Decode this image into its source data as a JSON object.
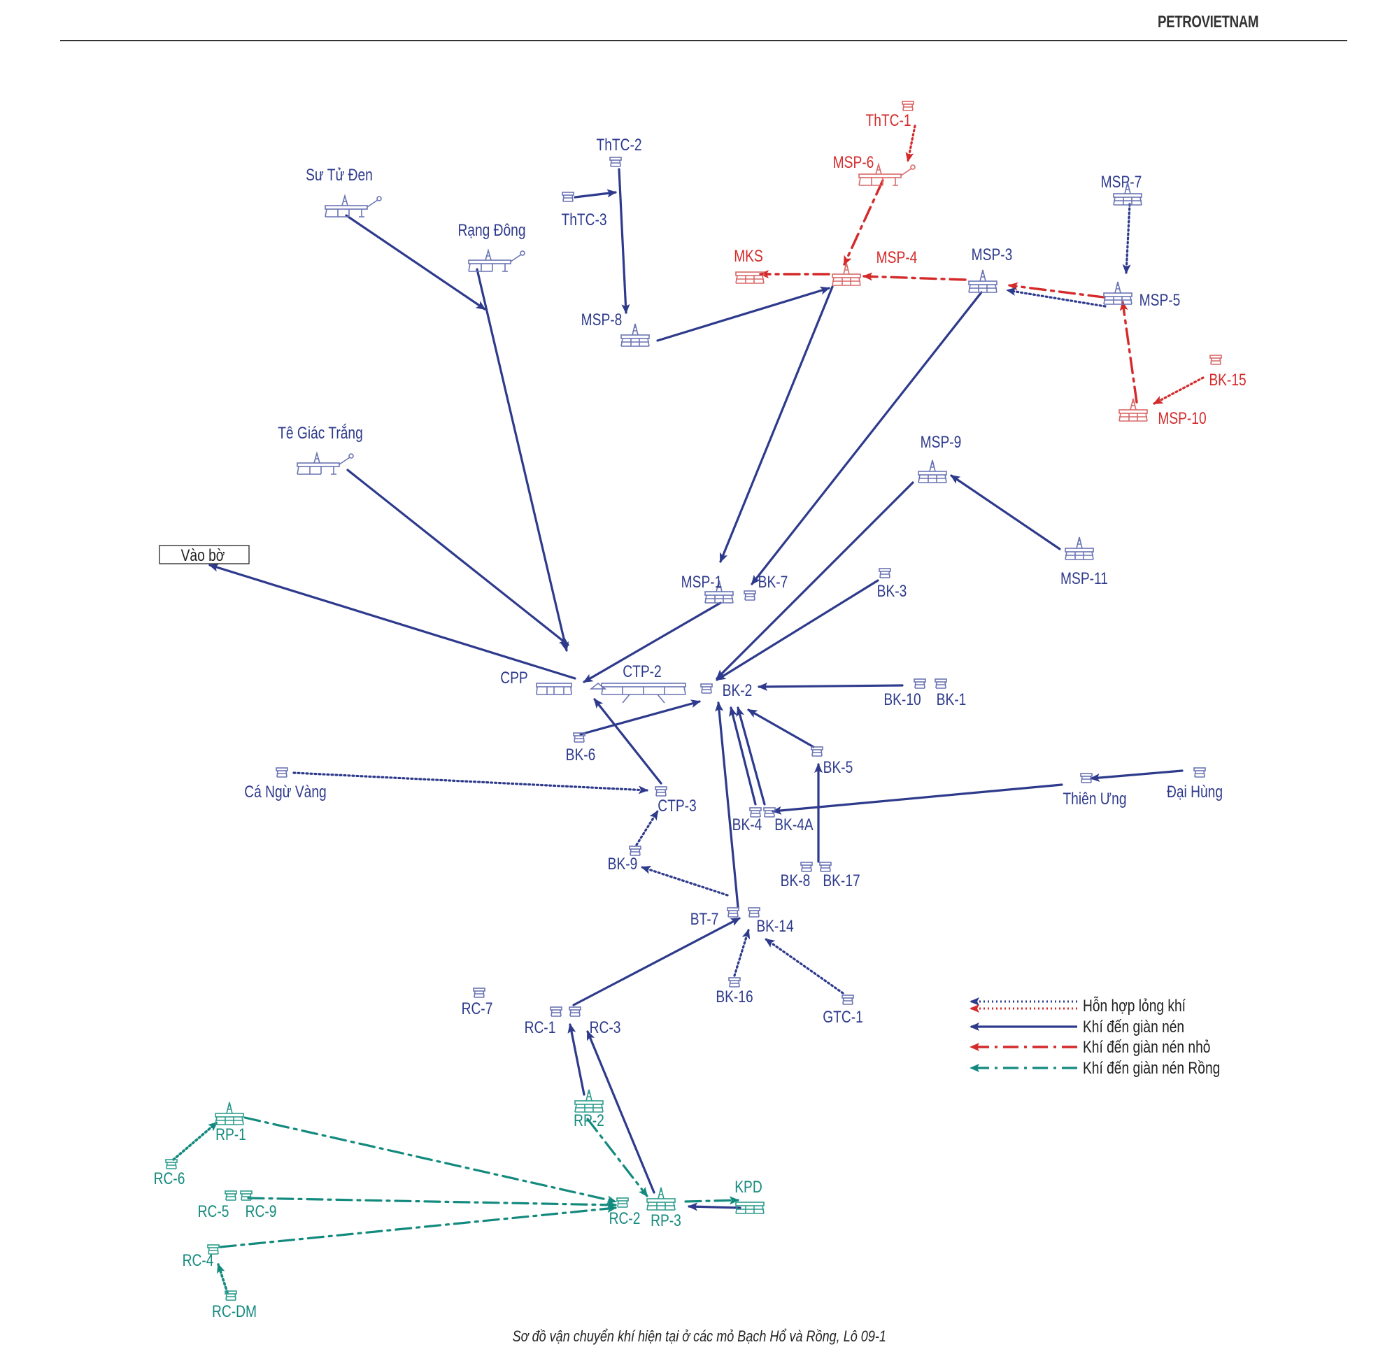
{
  "header": {
    "brand": "PETROVIETNAM"
  },
  "caption": "Sơ đồ vận chuyển khí hiện tại ở các mỏ Bạch Hổ và Rồng, Lô 09-1",
  "colors": {
    "blue": "#2e3a8c",
    "red": "#d42a2a",
    "teal": "#138a7e",
    "icon_blue": "#6a74b4",
    "icon_red": "#d86868",
    "icon_teal": "#2e9c8e"
  },
  "legend": {
    "items": [
      {
        "label": "Hỗn hợp lỏng khí",
        "style": "dotted-pair"
      },
      {
        "label": "Khí đến giàn nén",
        "style": "solid-blue"
      },
      {
        "label": "Khí đến giàn nén nhỏ",
        "style": "dashdot-red"
      },
      {
        "label": "Khí đến giàn nén Rồng",
        "style": "dashdot-teal"
      }
    ]
  },
  "nodes": [
    {
      "id": "su_tu_den",
      "label": "Sư Tử Đen",
      "group": "blue",
      "icon": "complex-platform-icon"
    },
    {
      "id": "rang_dong",
      "label": "Rạng Đông",
      "group": "blue",
      "icon": "complex-platform-icon"
    },
    {
      "id": "thtc2",
      "label": "ThTC-2",
      "group": "blue",
      "icon": "small-platform-icon"
    },
    {
      "id": "thtc3",
      "label": "ThTC-3",
      "group": "blue",
      "icon": "small-platform-icon"
    },
    {
      "id": "msp8",
      "label": "MSP-8",
      "group": "blue",
      "icon": "fixed-platform-icon"
    },
    {
      "id": "thtc1",
      "label": "ThTC-1",
      "group": "red",
      "icon": "small-platform-icon"
    },
    {
      "id": "msp6",
      "label": "MSP-6",
      "group": "red",
      "icon": "complex-platform-icon"
    },
    {
      "id": "mks",
      "label": "MKS",
      "group": "red",
      "icon": "compressor-platform-icon"
    },
    {
      "id": "msp4",
      "label": "MSP-4",
      "group": "red",
      "icon": "fixed-platform-icon"
    },
    {
      "id": "msp3",
      "label": "MSP-3",
      "group": "blue",
      "icon": "fixed-platform-icon"
    },
    {
      "id": "msp7",
      "label": "MSP-7",
      "group": "blue",
      "icon": "fixed-platform-icon"
    },
    {
      "id": "msp5",
      "label": "MSP-5",
      "group": "blue",
      "icon": "fixed-platform-icon"
    },
    {
      "id": "bk15",
      "label": "BK-15",
      "group": "red",
      "icon": "small-platform-icon"
    },
    {
      "id": "msp10",
      "label": "MSP-10",
      "group": "red",
      "icon": "fixed-platform-icon"
    },
    {
      "id": "te_giac_trang",
      "label": "Tê Giác Trắng",
      "group": "blue",
      "icon": "complex-platform-icon"
    },
    {
      "id": "msp9",
      "label": "MSP-9",
      "group": "blue",
      "icon": "fixed-platform-icon"
    },
    {
      "id": "msp11",
      "label": "MSP-11",
      "group": "blue",
      "icon": "fixed-platform-icon"
    },
    {
      "id": "vao_bo",
      "label": "Vào bờ",
      "group": "blue",
      "icon": "shore-box"
    },
    {
      "id": "msp1",
      "label": "MSP-1",
      "group": "blue",
      "icon": "fixed-platform-icon"
    },
    {
      "id": "bk7",
      "label": "BK-7",
      "group": "blue",
      "icon": "small-platform-icon"
    },
    {
      "id": "bk3",
      "label": "BK-3",
      "group": "blue",
      "icon": "small-platform-icon"
    },
    {
      "id": "cpp",
      "label": "CPP",
      "group": "blue",
      "icon": "process-platform-icon"
    },
    {
      "id": "ctp2",
      "label": "CTP-2",
      "group": "blue",
      "icon": "process-platform-icon"
    },
    {
      "id": "bk2",
      "label": "BK-2",
      "group": "blue",
      "icon": "small-platform-icon"
    },
    {
      "id": "bk10",
      "label": "BK-10",
      "group": "blue",
      "icon": "small-platform-icon"
    },
    {
      "id": "bk1",
      "label": "BK-1",
      "group": "blue",
      "icon": "small-platform-icon"
    },
    {
      "id": "bk6",
      "label": "BK-6",
      "group": "blue",
      "icon": "small-platform-icon"
    },
    {
      "id": "bk5",
      "label": "BK-5",
      "group": "blue",
      "icon": "small-platform-icon"
    },
    {
      "id": "ca_ngu_vang",
      "label": "Cá Ngừ Vàng",
      "group": "blue",
      "icon": "small-platform-icon"
    },
    {
      "id": "ctp3",
      "label": "CTP-3",
      "group": "blue",
      "icon": "small-platform-icon"
    },
    {
      "id": "bk4",
      "label": "BK-4",
      "group": "blue",
      "icon": "small-platform-icon"
    },
    {
      "id": "bk4a",
      "label": "BK-4A",
      "group": "blue",
      "icon": "small-platform-icon"
    },
    {
      "id": "thien_ung",
      "label": "Thiên Ưng",
      "group": "blue",
      "icon": "small-platform-icon"
    },
    {
      "id": "dai_hung",
      "label": "Đại Hùng",
      "group": "blue",
      "icon": "small-platform-icon"
    },
    {
      "id": "bk9",
      "label": "BK-9",
      "group": "blue",
      "icon": "small-platform-icon"
    },
    {
      "id": "bk8",
      "label": "BK-8",
      "group": "blue",
      "icon": "small-platform-icon"
    },
    {
      "id": "bk17",
      "label": "BK-17",
      "group": "blue",
      "icon": "small-platform-icon"
    },
    {
      "id": "bt7",
      "label": "BT-7",
      "group": "blue",
      "icon": "small-platform-icon"
    },
    {
      "id": "bk14",
      "label": "BK-14",
      "group": "blue",
      "icon": "small-platform-icon"
    },
    {
      "id": "bk16",
      "label": "BK-16",
      "group": "blue",
      "icon": "small-platform-icon"
    },
    {
      "id": "gtc1",
      "label": "GTC-1",
      "group": "blue",
      "icon": "small-platform-icon"
    },
    {
      "id": "rc7",
      "label": "RC-7",
      "group": "blue",
      "icon": "small-platform-icon"
    },
    {
      "id": "rc1",
      "label": "RC-1",
      "group": "blue",
      "icon": "small-platform-icon"
    },
    {
      "id": "rc3",
      "label": "RC-3",
      "group": "blue",
      "icon": "small-platform-icon"
    },
    {
      "id": "rp2",
      "label": "RP-2",
      "group": "teal",
      "icon": "fixed-platform-icon"
    },
    {
      "id": "rp1",
      "label": "RP-1",
      "group": "teal",
      "icon": "fixed-platform-icon"
    },
    {
      "id": "rc6",
      "label": "RC-6",
      "group": "teal",
      "icon": "small-platform-icon"
    },
    {
      "id": "rc5",
      "label": "RC-5",
      "group": "teal",
      "icon": "small-platform-icon"
    },
    {
      "id": "rc9",
      "label": "RC-9",
      "group": "teal",
      "icon": "small-platform-icon"
    },
    {
      "id": "rc2",
      "label": "RC-2",
      "group": "teal",
      "icon": "small-platform-icon"
    },
    {
      "id": "rp3",
      "label": "RP-3",
      "group": "teal",
      "icon": "fixed-platform-icon"
    },
    {
      "id": "kpd",
      "label": "KPD",
      "group": "teal",
      "icon": "compressor-platform-icon"
    },
    {
      "id": "rc4",
      "label": "RC-4",
      "group": "teal",
      "icon": "small-platform-icon"
    },
    {
      "id": "rc_dm",
      "label": "RC-DM",
      "group": "teal",
      "icon": "small-platform-icon"
    }
  ],
  "edges": [
    {
      "from": "su_tu_den",
      "to": "rang_dong",
      "style": "solid-blue"
    },
    {
      "from": "rang_dong",
      "to": "cpp",
      "style": "solid-blue"
    },
    {
      "from": "thtc3",
      "to": "thtc2",
      "style": "solid-blue"
    },
    {
      "from": "thtc2",
      "to": "msp8",
      "style": "solid-blue"
    },
    {
      "from": "msp8",
      "to": "msp4",
      "style": "solid-blue"
    },
    {
      "from": "msp4",
      "to": "msp1",
      "style": "solid-blue"
    },
    {
      "from": "msp3",
      "to": "bk7",
      "style": "solid-blue"
    },
    {
      "from": "thtc1",
      "to": "msp6",
      "style": "dotted-red"
    },
    {
      "from": "msp6",
      "to": "msp4",
      "style": "dashdot-red"
    },
    {
      "from": "msp4",
      "to": "mks",
      "style": "dashdot-red"
    },
    {
      "from": "msp3",
      "to": "msp4",
      "style": "dashdot-red"
    },
    {
      "from": "msp5",
      "to": "msp3",
      "style": "dashdot-red"
    },
    {
      "from": "msp5",
      "to": "msp3",
      "style": "dotted-blue"
    },
    {
      "from": "msp7",
      "to": "msp5",
      "style": "dotted-blue"
    },
    {
      "from": "msp10",
      "to": "msp5",
      "style": "dashdot-red"
    },
    {
      "from": "bk15",
      "to": "msp10",
      "style": "dotted-red"
    },
    {
      "from": "te_giac_trang",
      "to": "cpp",
      "style": "solid-blue"
    },
    {
      "from": "cpp",
      "to": "vao_bo",
      "style": "solid-blue"
    },
    {
      "from": "msp1",
      "to": "cpp",
      "style": "solid-blue"
    },
    {
      "from": "msp9",
      "to": "bk2",
      "style": "solid-blue"
    },
    {
      "from": "msp11",
      "to": "msp9",
      "style": "solid-blue"
    },
    {
      "from": "bk3",
      "to": "bk2",
      "style": "solid-blue"
    },
    {
      "from": "bk10",
      "to": "bk2",
      "style": "solid-blue"
    },
    {
      "from": "bk6",
      "to": "bk2",
      "style": "solid-blue"
    },
    {
      "from": "ctp3",
      "to": "cpp",
      "style": "solid-blue"
    },
    {
      "from": "bk5",
      "to": "bk2",
      "style": "solid-blue"
    },
    {
      "from": "bk4",
      "to": "bk2",
      "style": "solid-blue"
    },
    {
      "from": "bk4a",
      "to": "bk2",
      "style": "solid-blue"
    },
    {
      "from": "bt7",
      "to": "bk2",
      "style": "solid-blue"
    },
    {
      "from": "thien_ung",
      "to": "bk4a",
      "style": "solid-blue"
    },
    {
      "from": "dai_hung",
      "to": "thien_ung",
      "style": "solid-blue"
    },
    {
      "from": "bk17",
      "to": "bk5",
      "style": "solid-blue"
    },
    {
      "from": "ca_ngu_vang",
      "to": "ctp3",
      "style": "dotted-blue"
    },
    {
      "from": "bk9",
      "to": "ctp3",
      "style": "dotted-blue"
    },
    {
      "from": "bt7",
      "to": "bk9",
      "style": "dotted-blue"
    },
    {
      "from": "bk16",
      "to": "bk14",
      "style": "dotted-blue"
    },
    {
      "from": "gtc1",
      "to": "bk14",
      "style": "dotted-blue"
    },
    {
      "from": "rc1",
      "to": "bk14",
      "style": "solid-blue"
    },
    {
      "from": "rp2",
      "to": "rc1",
      "style": "solid-blue"
    },
    {
      "from": "rp3",
      "to": "rc3",
      "style": "solid-blue"
    },
    {
      "from": "kpd",
      "to": "rp3",
      "style": "solid-blue"
    },
    {
      "from": "rp2",
      "to": "rp3",
      "style": "dashdot-teal"
    },
    {
      "from": "rp3",
      "to": "kpd",
      "style": "dashdot-teal"
    },
    {
      "from": "rp1",
      "to": "rc2",
      "style": "dashdot-teal"
    },
    {
      "from": "rc6",
      "to": "rp1",
      "style": "dotted-teal"
    },
    {
      "from": "rc9",
      "to": "rc2",
      "style": "dashdot-teal"
    },
    {
      "from": "rc4",
      "to": "rc2",
      "style": "dashdot-teal"
    },
    {
      "from": "rc_dm",
      "to": "rc4",
      "style": "dotted-teal"
    }
  ]
}
